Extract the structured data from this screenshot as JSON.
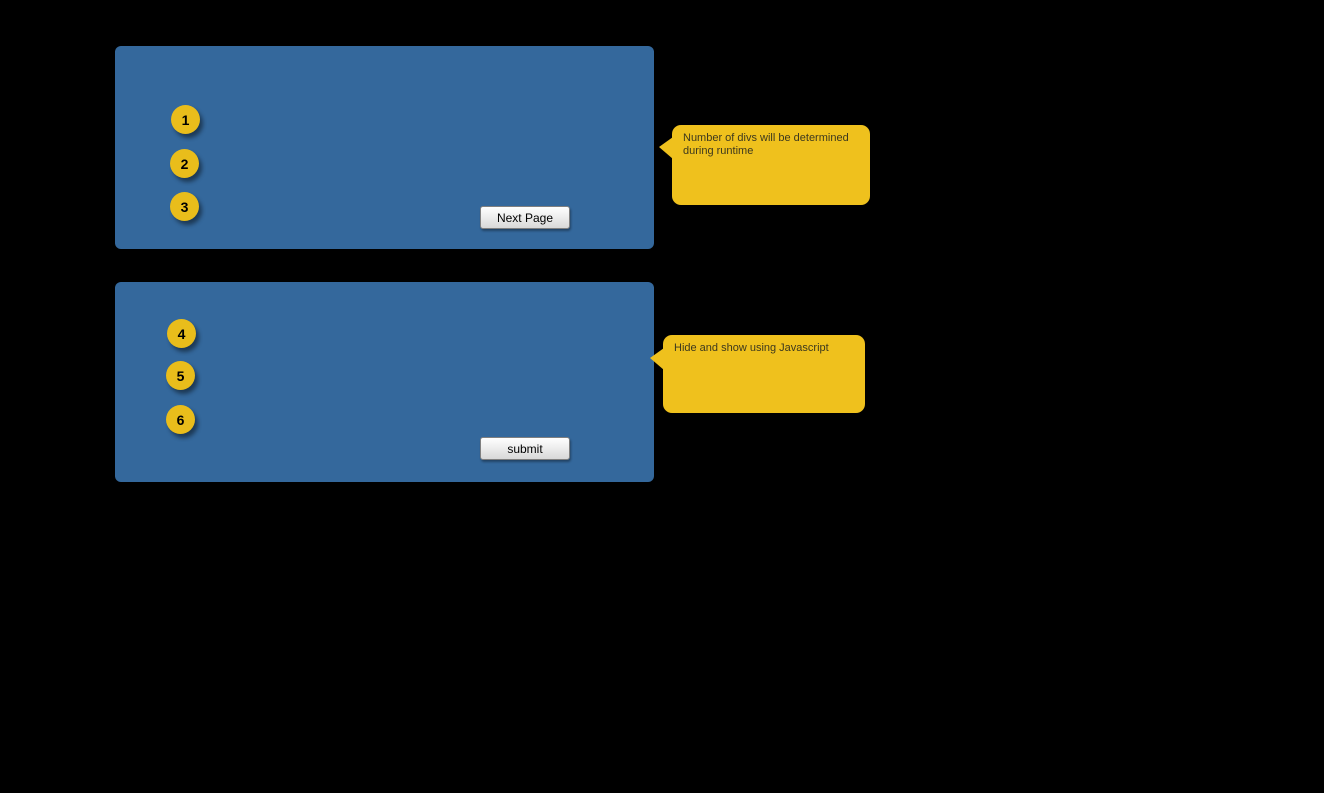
{
  "colors": {
    "background": "#000000",
    "panel_blue": "#34689c",
    "accent_yellow": "#efc11d",
    "marker_yellow": "#e9bd1b",
    "callout_text": "#3c381e"
  },
  "panels": [
    {
      "markers": [
        "1",
        "2",
        "3"
      ],
      "button_label": "Next Page",
      "callout_text": "Number of divs will be determined during runtime"
    },
    {
      "markers": [
        "4",
        "5",
        "6"
      ],
      "button_label": "submit",
      "callout_text": "Hide and show using Javascript"
    }
  ]
}
